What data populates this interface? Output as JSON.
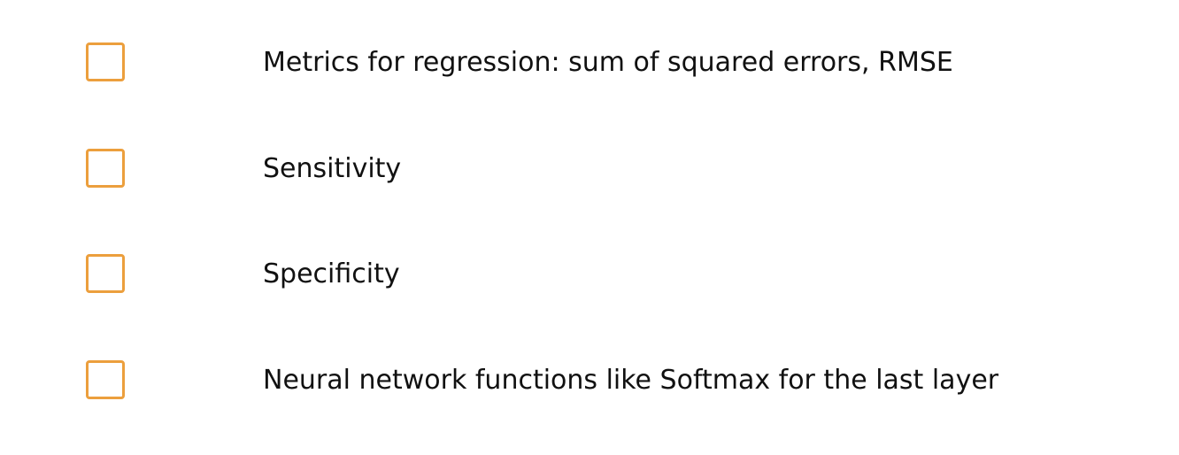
{
  "colors": {
    "checkbox_border": "#EC9F3D",
    "text": "#111111",
    "background": "#ffffff"
  },
  "checklist": {
    "items": [
      {
        "label": "Metrics for regression: sum of squared errors, RMSE",
        "checked": false
      },
      {
        "label": "Sensitivity",
        "checked": false
      },
      {
        "label": "Specificity",
        "checked": false
      },
      {
        "label": "Neural network functions like Softmax for the last layer",
        "checked": false
      }
    ]
  }
}
